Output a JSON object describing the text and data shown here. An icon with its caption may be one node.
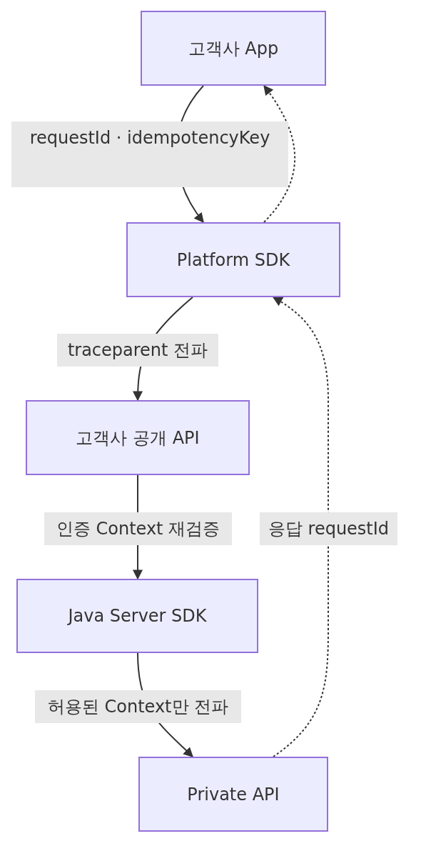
{
  "diagram": {
    "nodes": [
      {
        "text": [
          "고객사 App"
        ]
      },
      {
        "text": [
          "Platform SDK"
        ]
      },
      {
        "text": [
          "고객사 공개 API"
        ]
      },
      {
        "text": [
          "Java Server SDK"
        ]
      },
      {
        "text": [
          "Private API"
        ]
      }
    ],
    "edges": [
      {
        "from": 0,
        "to": 1,
        "arrow": "to",
        "label": "requestId · idempotencyKey"
      },
      {
        "from": 1,
        "to": 0,
        "arrow": "to",
        "style": "dashed"
      },
      {
        "from": 1,
        "to": 2,
        "arrow": "to",
        "label": "traceparent 전파"
      },
      {
        "from": 2,
        "to": 3,
        "arrow": "to",
        "label": "인증 Context 재검증"
      },
      {
        "from": 3,
        "to": 4,
        "arrow": "to",
        "label": "허용된 Context만 전파"
      },
      {
        "from": 4,
        "to": 1,
        "arrow": "to",
        "style": "dashed",
        "label": "응답 requestId"
      }
    ]
  }
}
